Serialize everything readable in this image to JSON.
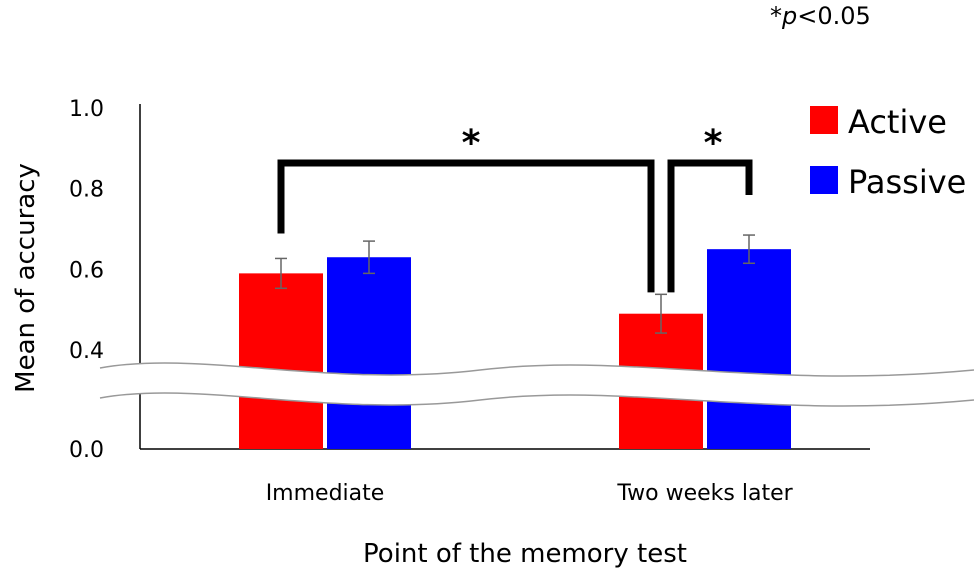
{
  "significance_note": {
    "star": "*",
    "p": "p",
    "rest": "<0.05"
  },
  "chart_data": {
    "type": "bar",
    "title": "",
    "xlabel": "Point of the memory test",
    "ylabel": "Mean of accuracy",
    "categories": [
      "Immediate",
      "Two weeks later"
    ],
    "series": [
      {
        "name": "Active",
        "color": "#ff0000",
        "values": [
          0.59,
          0.49
        ],
        "errors": [
          0.037,
          0.048
        ]
      },
      {
        "name": "Passive",
        "color": "#0000ff",
        "values": [
          0.63,
          0.65
        ],
        "errors": [
          0.04,
          0.035
        ]
      }
    ],
    "yticks": [
      "0.0",
      "0.4",
      "0.6",
      "0.8",
      "1.0"
    ],
    "y_axis_break": {
      "from": 0.0,
      "to": 0.4
    },
    "ylim": [
      0.0,
      1.0
    ],
    "legend": {
      "position": "top-right"
    },
    "grid": false,
    "annotations": [
      {
        "label": "*",
        "between": [
          "Immediate / Active",
          "Two weeks later / Active"
        ]
      },
      {
        "label": "*",
        "between": [
          "Two weeks later / Active",
          "Two weeks later / Passive"
        ]
      }
    ]
  }
}
